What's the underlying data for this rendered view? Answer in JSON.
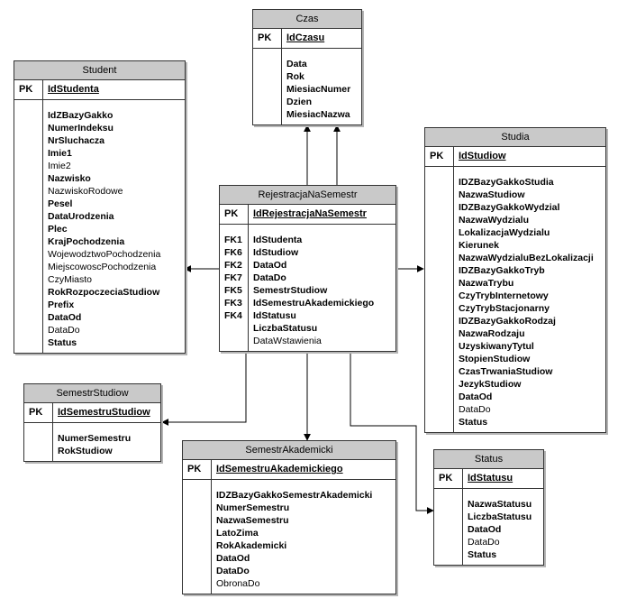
{
  "entities": {
    "czas": {
      "name": "Czas",
      "pk_label": "PK",
      "pk": "IdCzasu",
      "attrs": [
        {
          "text": "Data",
          "bold": true
        },
        {
          "text": "Rok",
          "bold": true
        },
        {
          "text": "MiesiacNumer",
          "bold": true
        },
        {
          "text": "Dzien",
          "bold": true
        },
        {
          "text": "MiesiacNazwa",
          "bold": true
        }
      ]
    },
    "student": {
      "name": "Student",
      "pk_label": "PK",
      "pk": "IdStudenta",
      "attrs": [
        {
          "text": "IdZBazyGakko",
          "bold": true
        },
        {
          "text": "NumerIndeksu",
          "bold": true
        },
        {
          "text": "NrSluchacza",
          "bold": true
        },
        {
          "text": "Imie1",
          "bold": true
        },
        {
          "text": "Imie2",
          "bold": false
        },
        {
          "text": "Nazwisko",
          "bold": true
        },
        {
          "text": "NazwiskoRodowe",
          "bold": false
        },
        {
          "text": "Pesel",
          "bold": true
        },
        {
          "text": "DataUrodzenia",
          "bold": true
        },
        {
          "text": "Plec",
          "bold": true
        },
        {
          "text": "KrajPochodzenia",
          "bold": true
        },
        {
          "text": "WojewodztwoPochodzenia",
          "bold": false
        },
        {
          "text": "MiejscowoscPochodzenia",
          "bold": false
        },
        {
          "text": "CzyMiasto",
          "bold": false
        },
        {
          "text": "RokRozpoczeciaStudiow",
          "bold": true
        },
        {
          "text": "Prefix",
          "bold": true
        },
        {
          "text": "DataOd",
          "bold": true
        },
        {
          "text": "DataDo",
          "bold": false
        },
        {
          "text": "Status",
          "bold": true
        }
      ]
    },
    "rejestracja": {
      "name": "RejestracjaNaSemestr",
      "pk_label": "PK",
      "pk": "IdRejestracjaNaSemestr",
      "attrs": [
        {
          "key": "FK1",
          "text": "IdStudenta",
          "bold": true
        },
        {
          "key": "FK6",
          "text": "IdStudiow",
          "bold": true
        },
        {
          "key": "FK2",
          "text": "DataOd",
          "bold": true
        },
        {
          "key": "FK7",
          "text": "DataDo",
          "bold": true
        },
        {
          "key": "FK5",
          "text": "SemestrStudiow",
          "bold": true
        },
        {
          "key": "FK3",
          "text": "IdSemestruAkademickiego",
          "bold": true
        },
        {
          "key": "FK4",
          "text": "IdStatusu",
          "bold": true
        },
        {
          "key": "",
          "text": "LiczbaStatusu",
          "bold": true
        },
        {
          "key": "",
          "text": "DataWstawienia",
          "bold": false
        }
      ]
    },
    "studia": {
      "name": "Studia",
      "pk_label": "PK",
      "pk": "IdStudiow",
      "attrs": [
        {
          "text": "IDZBazyGakkoStudia",
          "bold": true
        },
        {
          "text": "NazwaStudiow",
          "bold": true
        },
        {
          "text": "IDZBazyGakkoWydzial",
          "bold": true
        },
        {
          "text": "NazwaWydzialu",
          "bold": true
        },
        {
          "text": "LokalizacjaWydzialu",
          "bold": true
        },
        {
          "text": "Kierunek",
          "bold": true
        },
        {
          "text": "NazwaWydzialuBezLokalizacji",
          "bold": true
        },
        {
          "text": "IDZBazyGakkoTryb",
          "bold": true
        },
        {
          "text": "NazwaTrybu",
          "bold": true
        },
        {
          "text": "CzyTrybInternetowy",
          "bold": true
        },
        {
          "text": "CzyTrybStacjonarny",
          "bold": true
        },
        {
          "text": "IDZBazyGakkoRodzaj",
          "bold": true
        },
        {
          "text": "NazwaRodzaju",
          "bold": true
        },
        {
          "text": "UzyskiwanyTytul",
          "bold": true
        },
        {
          "text": "StopienStudiow",
          "bold": true
        },
        {
          "text": "CzasTrwaniaStudiow",
          "bold": true
        },
        {
          "text": "JezykStudiow",
          "bold": true
        },
        {
          "text": "DataOd",
          "bold": true
        },
        {
          "text": "DataDo",
          "bold": false
        },
        {
          "text": "Status",
          "bold": true
        }
      ]
    },
    "semestrStudiow": {
      "name": "SemestrStudiow",
      "pk_label": "PK",
      "pk": "IdSemestruStudiow",
      "attrs": [
        {
          "text": "NumerSemestru",
          "bold": true
        },
        {
          "text": "RokStudiow",
          "bold": true
        }
      ]
    },
    "semestrAkademicki": {
      "name": "SemestrAkademicki",
      "pk_label": "PK",
      "pk": "IdSemestruAkademickiego",
      "attrs": [
        {
          "text": "IDZBazyGakkoSemestrAkademicki",
          "bold": true
        },
        {
          "text": "NumerSemestru",
          "bold": true
        },
        {
          "text": "NazwaSemestru",
          "bold": true
        },
        {
          "text": "LatoZima",
          "bold": true
        },
        {
          "text": "RokAkademicki",
          "bold": true
        },
        {
          "text": "DataOd",
          "bold": true
        },
        {
          "text": "DataDo",
          "bold": true
        },
        {
          "text": "ObronaDo",
          "bold": false
        }
      ]
    },
    "status": {
      "name": "Status",
      "pk_label": "PK",
      "pk": "IdStatusu",
      "attrs": [
        {
          "text": "NazwaStatusu",
          "bold": true
        },
        {
          "text": "LiczbaStatusu",
          "bold": true
        },
        {
          "text": "DataOd",
          "bold": true
        },
        {
          "text": "DataDo",
          "bold": false
        },
        {
          "text": "Status",
          "bold": true
        }
      ]
    }
  }
}
